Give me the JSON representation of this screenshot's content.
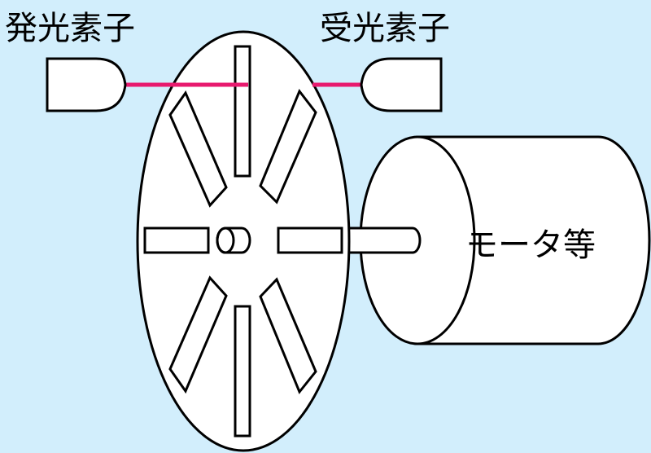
{
  "labels": {
    "emitter": "発光素子",
    "receiver": "受光素子",
    "motor": "モータ等"
  },
  "colors": {
    "background": "#d2eefc",
    "stroke": "#000000",
    "fill": "#ffffff",
    "light_beam": "#e8196e"
  }
}
